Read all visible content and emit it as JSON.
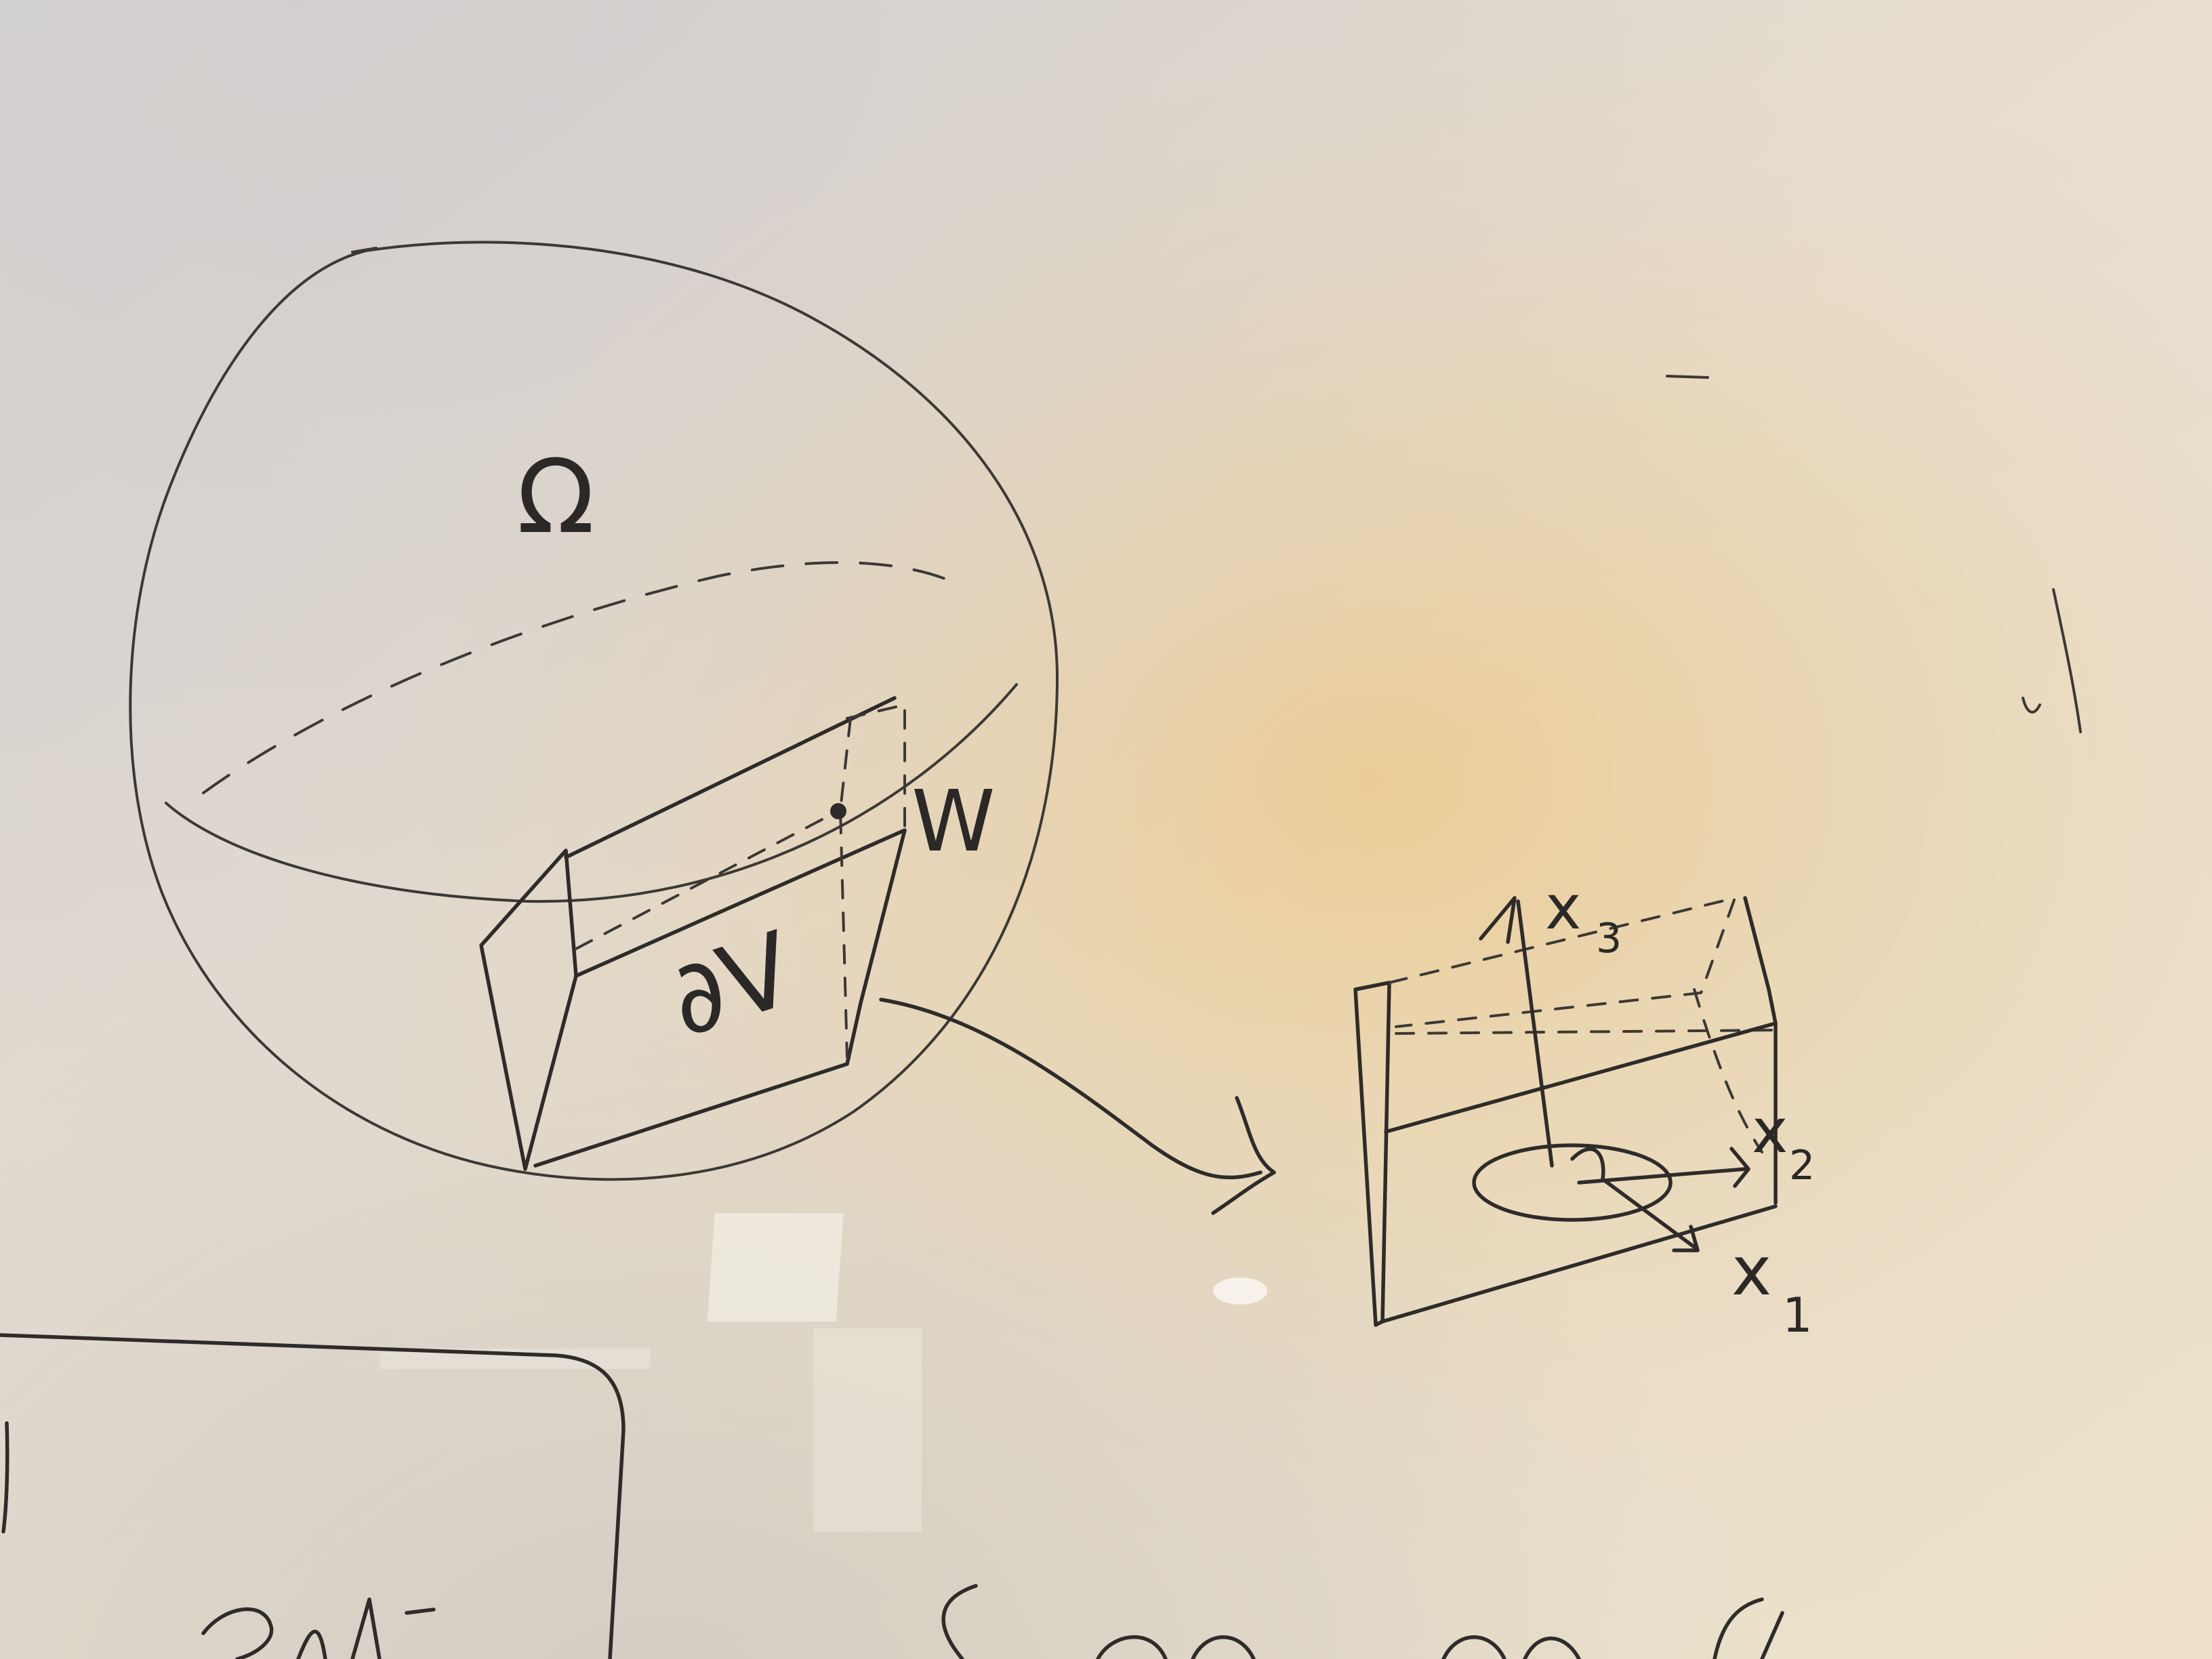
{
  "labels": {
    "omega": "Ω",
    "boundary_patch": "∂V",
    "neighborhood": "W",
    "axis_x3": "x",
    "axis_x3_sub": "3",
    "axis_x2": "x",
    "axis_x2_sub": "2",
    "axis_x1": "x",
    "axis_x1_sub": "1"
  },
  "colors": {
    "whiteboard_top": "#ddd8d4",
    "whiteboard_mid": "#e8ddcc",
    "warm_glow": "#e8c07a",
    "marker_ink": "#2e2c2a"
  }
}
